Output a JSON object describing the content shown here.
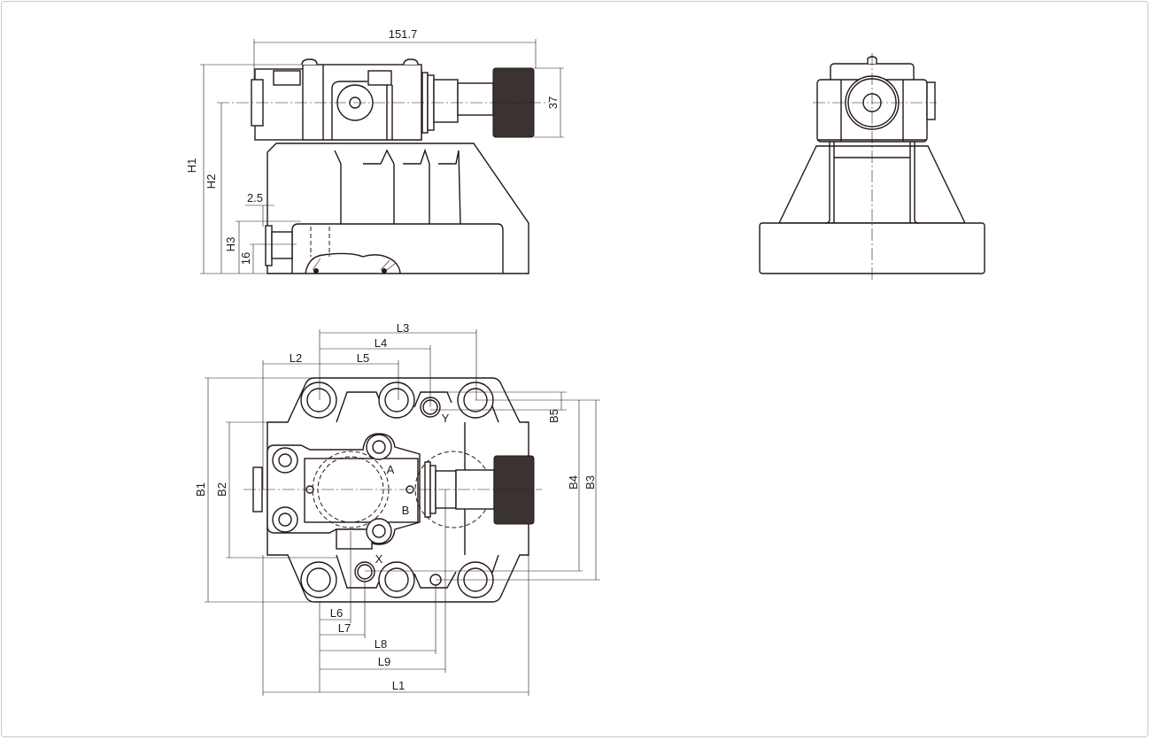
{
  "front_view": {
    "dimensions": {
      "overall_length": "151.7",
      "knob_diameter": "37",
      "h1": "H1",
      "h2": "H2",
      "h3": "H3",
      "port_height": "16",
      "port_offset": "2.5"
    }
  },
  "top_view": {
    "dimensions": {
      "l1": "L1",
      "l2": "L2",
      "l3": "L3",
      "l4": "L4",
      "l5": "L5",
      "l6": "L6",
      "l7": "L7",
      "l8": "L8",
      "l9": "L9",
      "b1": "B1",
      "b2": "B2",
      "b3": "B3",
      "b4": "B4",
      "b5": "B5"
    },
    "ports": {
      "a": "A",
      "b": "B",
      "x": "X",
      "y": "Y"
    }
  }
}
